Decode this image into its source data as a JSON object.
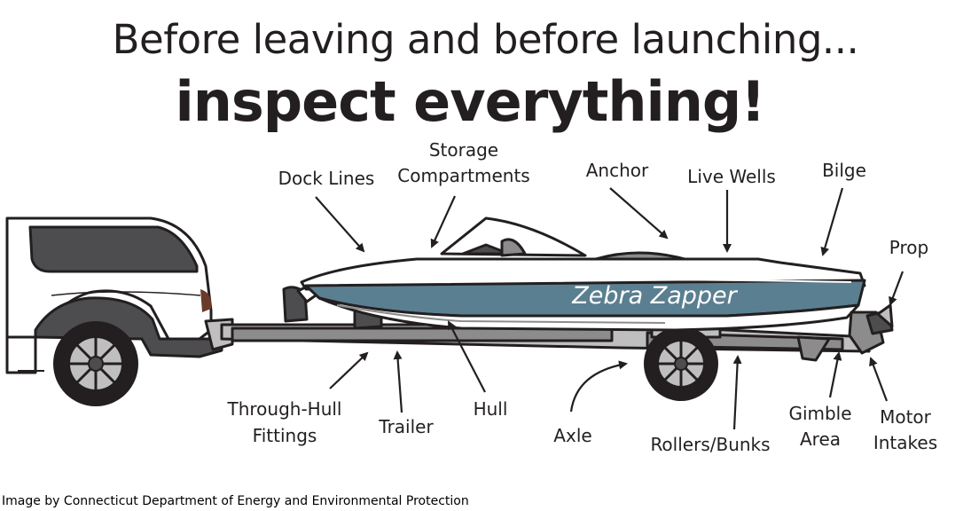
{
  "heading": {
    "line1": "Before leaving and before launching...",
    "line2": "inspect everything!"
  },
  "boat_name": "Zebra Zapper",
  "labels": {
    "dock_lines": "Dock Lines",
    "storage_1": "Storage",
    "storage_2": "Compartments",
    "anchor": "Anchor",
    "live_wells": "Live Wells",
    "bilge": "Bilge",
    "prop": "Prop",
    "through_hull_1": "Through-Hull",
    "through_hull_2": "Fittings",
    "trailer": "Trailer",
    "hull": "Hull",
    "axle": "Axle",
    "rollers_bunks": "Rollers/Bunks",
    "gimble_1": "Gimble",
    "gimble_2": "Area",
    "motor_1": "Motor",
    "motor_2": "Intakes"
  },
  "credit": "Image by Connecticut Department of Energy and Environmental Protection",
  "colors": {
    "hull_stripe": "#5a7f90",
    "outline": "#231f20",
    "dark_gray": "#4d4d4f",
    "mid_gray": "#8c8c8c",
    "light_gray": "#bfbfbf"
  }
}
